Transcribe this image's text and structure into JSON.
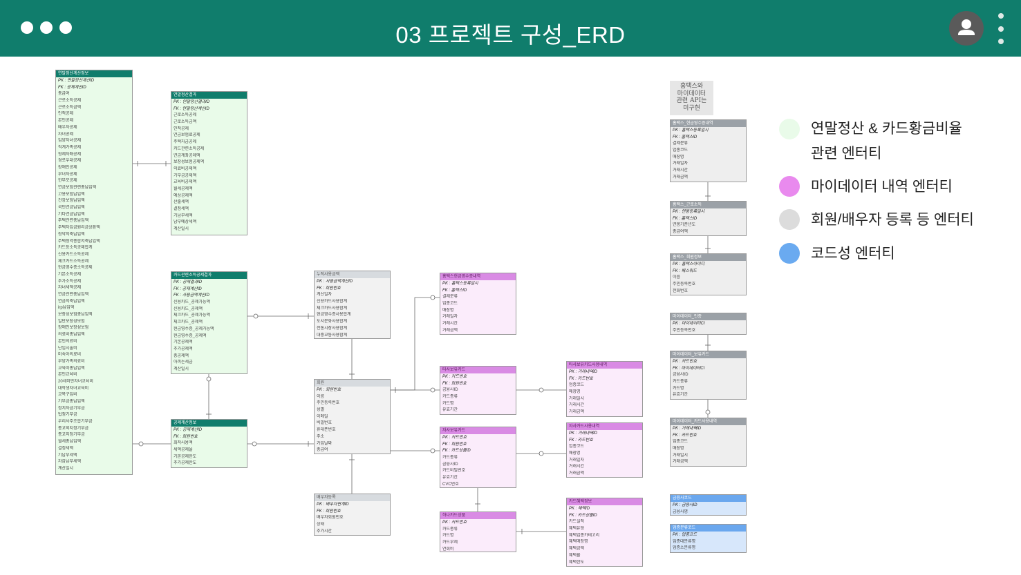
{
  "header": {
    "title": "03 프로젝트 구성_ERD"
  },
  "icons": {
    "menu": "dots-icon",
    "user": "user-icon",
    "more": "kebab-icon"
  },
  "legend": [
    {
      "color": "#e9fbe9",
      "line1": "연말정산 & 카드황금비율",
      "line2": "관련 엔터티"
    },
    {
      "color": "#e98aee",
      "line1": "마이데이터 내역 엔터티",
      "line2": ""
    },
    {
      "color": "#dcdcdc",
      "line1": "회원/배우자 등록 등 엔터티",
      "line2": ""
    },
    {
      "color": "#6aaaf0",
      "line1": "코드성 엔터티",
      "line2": ""
    }
  ],
  "note": {
    "lines": [
      "홈택스와",
      "마이데이터",
      "관련 API는",
      "미구현"
    ]
  },
  "entities": {
    "yearend_calc": {
      "title": "연말정산계산정보",
      "fields": [
        "PK : 연말정산계산ID",
        "FK : 공제계산ID",
        "총급여",
        "근로소득공제",
        "근로소득금액",
        "인적공제",
        "본인공제",
        "배우자공제",
        "자녀공제",
        "입양자녀공제",
        "직계가족공제",
        "형제자매공제",
        "경로우대공제",
        "장애인공제",
        "부녀자공제",
        "한부모공제",
        "연금보험관련총납입액",
        "고용보험납입액",
        "건강보험납입액",
        "국민연금납입액",
        "기타연금납입액",
        "주택관련총납입액",
        "주택차입금원리금상환액",
        "청약저축납입액",
        "주택청약종합저축납입액",
        "카드등소득공제합계",
        "신용카드소득공제",
        "체크카드소득공제",
        "현금영수증소득공제",
        "기본소득공제",
        "추가소득공제",
        "자녀세액공제",
        "연금관련총납입액",
        "연금저축납입액",
        "irp납입액",
        "보장성보험총납입액",
        "일반보장성보험",
        "장애인보장성보험",
        "의료비총납입액",
        "본인의료비",
        "난임시술비",
        "미숙아의료비",
        "부양가족의료비",
        "교육비총납입액",
        "본인교육비",
        "20세미만자녀교육비",
        "대학생자녀교육비",
        "교복구입비",
        "기부금총납입액",
        "정치자금기부금",
        "법정기부금",
        "우리사주조합기부금",
        "종교외지정기부금",
        "종교지정기부금",
        "월세총납입액",
        "결정세액",
        "기납부세액",
        "차감납부세액",
        "계산일시"
      ]
    },
    "yearend_result": {
      "title": "연말정산결과",
      "fields": [
        "PK : 연말정산결과ID",
        "FK : 연말정산계산ID",
        "근로소득공제",
        "근로소득금액",
        "인적공제",
        "연금보험료공제",
        "주택자금공제",
        "카드관련소득공제",
        "연금계좌공제액",
        "보장성보험공제액",
        "의료비공제액",
        "기부금공제액",
        "교육비공제액",
        "월세공제액",
        "예상공제액",
        "산출세액",
        "결정세액",
        "기납부세액",
        "납부예상세액",
        "계산일시"
      ]
    },
    "card_result": {
      "title": "카드관련소득공제결과",
      "fields": [
        "PK : 공제결과ID",
        "FK : 공제계산ID",
        "FK : 사용금액계산ID",
        "신용카드_공제가능액",
        "신용카드_공제액",
        "체크카드_공제가능액",
        "체크카드_공제액",
        "현금영수증_공제가능액",
        "현금영수증_공제액",
        "기본공제액",
        "추가공제액",
        "총공제액",
        "아끼는세금",
        "계산일시"
      ]
    },
    "deduct_calc": {
      "title": "공제계산정보",
      "fields": [
        "PK : 공제계산ID",
        "FK : 회원번호",
        "최저사용액",
        "세액공제율",
        "기본공제한도",
        "추가공제한도"
      ]
    },
    "usage_sum": {
      "title": "누적사용금액",
      "fields": [
        "PK : 사용금액계산ID",
        "FK : 회원번호",
        "계산일자",
        "신용카드사용합계",
        "체크카드사용합계",
        "현금영수증사용합계",
        "도서문화사용합계",
        "전통시장사용합계",
        "대중교통사용합계"
      ]
    },
    "member": {
      "title": "회원",
      "fields": [
        "PK : 회원번호",
        "이름",
        "주민등록번호",
        "성별",
        "이메일",
        "비밀번호",
        "휴대폰번호",
        "주소",
        "가입날짜",
        "총급여"
      ]
    },
    "spouse": {
      "title": "배우자등록",
      "fields": [
        "PK : 배우자연계ID",
        "FK : 회원번호",
        "배우자회원번호",
        "상태",
        "추가시간"
      ]
    },
    "ht_receipt": {
      "title": "홈택스현금영수증내역",
      "fields": [
        "PK : 홈택스등록일시",
        "FK : 홈택스ID",
        "결제분류",
        "업종코드",
        "매장명",
        "거래일자",
        "거래시간",
        "거래금액"
      ]
    },
    "other_card": {
      "title": "타사보유카드",
      "fields": [
        "PK : 카드번호",
        "FK : 회원번호",
        "금융사ID",
        "카드종류",
        "카드명",
        "유효기간"
      ]
    },
    "other_card_use": {
      "title": "타사보유카드사용내역",
      "fields": [
        "PK : 거래내역ID",
        "FK : 카드번호",
        "업종코드",
        "매장명",
        "거래일시",
        "거래시간",
        "거래금액"
      ]
    },
    "own_card": {
      "title": "자사보유카드",
      "fields": [
        "PK : 카드번호",
        "FK : 회원번호",
        "FK : 카드상품ID",
        "카드종류",
        "금융사ID",
        "카드비밀번호",
        "유효기간",
        "CVC번호"
      ]
    },
    "own_card_use": {
      "title": "자사카드사용내역",
      "fields": [
        "PK : 거래내역ID",
        "FK : 카드번호",
        "업종코드",
        "매장명",
        "거래일자",
        "거래시간",
        "거래금액"
      ]
    },
    "hana_product": {
      "title": "하나카드상품",
      "fields": [
        "PK : 카드번호",
        "카드종류",
        "카드명",
        "카드부제",
        "연회비"
      ]
    },
    "benefit": {
      "title": "카드혜택정보",
      "fields": [
        "PK : 혜택ID",
        "FK : 카드상품ID",
        "카드실적",
        "혜택유형",
        "혜택업종카테고리",
        "혜택매장명",
        "혜택금액",
        "혜택률",
        "혜택한도"
      ]
    },
    "ht_cash": {
      "title": "홈택스_현금영수증내역",
      "fields": [
        "PK : 홈택스등록일시",
        "FK : 홈택스ID",
        "결제분류",
        "업종코드",
        "매장명",
        "거래일자",
        "거래시간",
        "거래금액"
      ]
    },
    "ht_income": {
      "title": "홈택스_근로소득",
      "fields": [
        "PK : 연봉등록일시",
        "FK : 홈택스ID",
        "연봉기준년도",
        "총급여액"
      ]
    },
    "ht_member": {
      "title": "홈택스_회원정보",
      "fields": [
        "PK : 홈택스아이디",
        "FK : 패스워드",
        "이름",
        "주민등록번호",
        "전화번호"
      ]
    },
    "md_auth": {
      "title": "마이데이터_인증",
      "fields": [
        "PK : 마이데이터CI",
        "주민등록번호"
      ]
    },
    "md_card": {
      "title": "마이데이터_보유카드",
      "fields": [
        "PK : 카드번호",
        "FK : 마이데이터CI",
        "금융사ID",
        "카드종류",
        "카드명",
        "유효기간"
      ]
    },
    "md_use": {
      "title": "마이데이터_카드사용내역",
      "fields": [
        "PK : 거래내역ID",
        "FK : 카드번호",
        "업종코드",
        "매장명",
        "거래일시",
        "거래금액"
      ]
    },
    "fin_code": {
      "title": "금융사코드",
      "fields": [
        "PK : 금융사ID",
        "금융사명"
      ]
    },
    "biz_code": {
      "title": "업종분류코드",
      "fields": [
        "PK : 업종코드",
        "업종대분류명",
        "업종소분류명"
      ]
    }
  }
}
